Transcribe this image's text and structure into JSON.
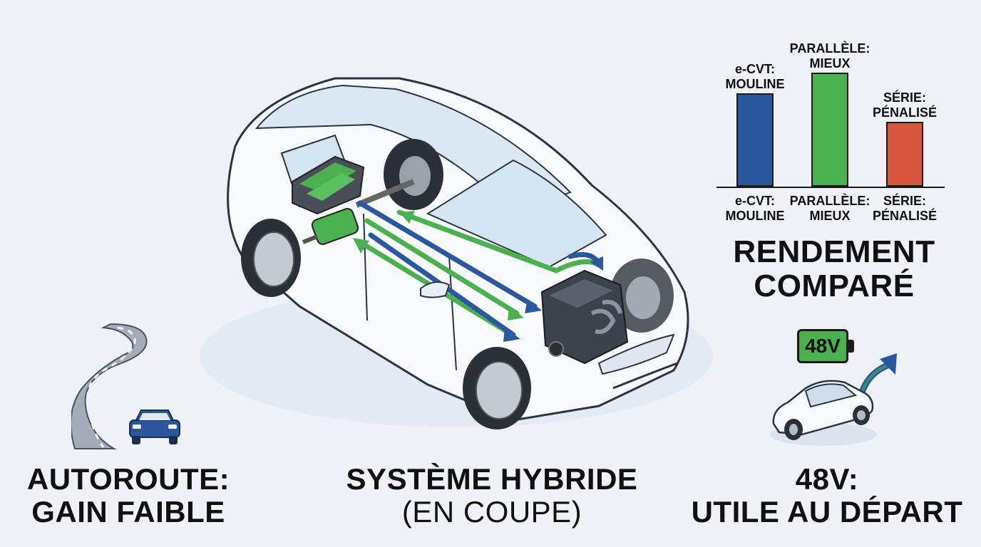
{
  "captions": {
    "highway_line1": "AUTOROUTE:",
    "highway_line2": "GAIN FAIBLE",
    "system_line1": "SYSTÈME HYBRIDE",
    "system_line2": "(EN COUPE)",
    "v48_line1": "48V:",
    "v48_line2": "UTILE AU DÉPART",
    "chart_line1": "RENDEMENT",
    "chart_line2": "COMPARÉ"
  },
  "battery_badge": "48V",
  "chart_data": {
    "type": "bar",
    "title": "RENDEMENT COMPARÉ",
    "categories": [
      "e-CVT: MOULINE",
      "PARALLÈLE: MIEUX",
      "SÉRIE: PÉNALISÉ"
    ],
    "category_lines": [
      [
        "e-CVT:",
        "MOULINE"
      ],
      [
        "PARALLÈLE:",
        "MIEUX"
      ],
      [
        "SÉRIE:",
        "PÉNALISÉ"
      ]
    ],
    "values": [
      0.82,
      1.0,
      0.57
    ],
    "colors": [
      "#2a579e",
      "#4caf50",
      "#d9553f"
    ],
    "ylim": [
      0,
      1
    ],
    "grid": false
  },
  "icons": {
    "road": "winding-road-icon",
    "car_badge": "car-front-icon",
    "battery": "battery-icon",
    "arrow_up": "trend-up-arrow-icon"
  },
  "colors": {
    "background": "#eef2f7",
    "blue_flow": "#2a579e",
    "green_flow": "#4caf50",
    "red": "#d9553f"
  }
}
